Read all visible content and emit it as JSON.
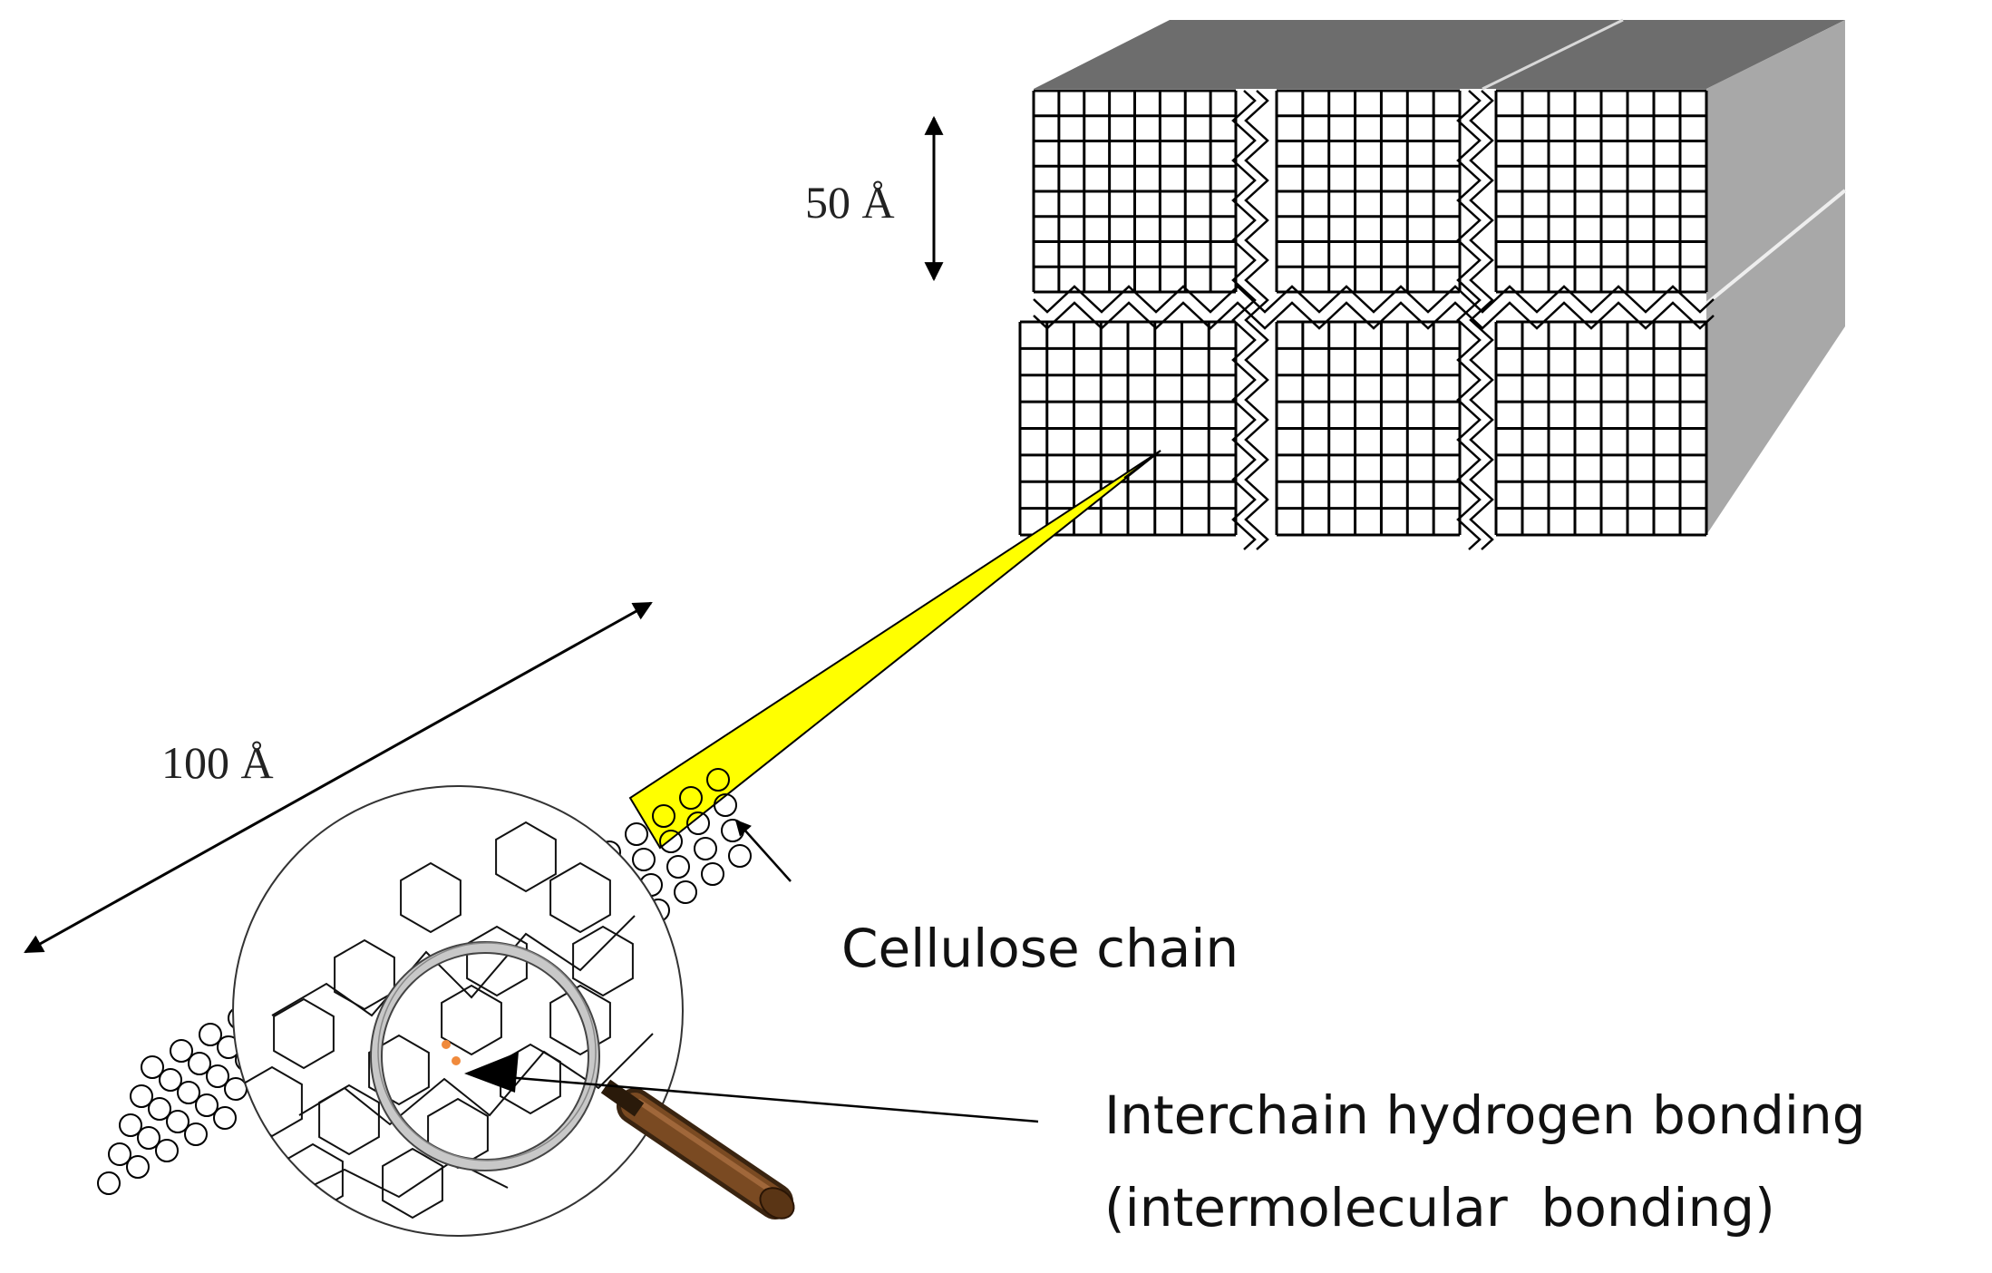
{
  "labels": {
    "dim_vertical": "50 Å",
    "dim_diagonal": "100 Å",
    "cellulose_chain": "Cellulose chain",
    "hydrogen_line1": "Interchain hydrogen bonding",
    "hydrogen_line2": "(intermolecular  bonding)"
  },
  "colors": {
    "block_top": "#6b6b6b",
    "block_side": "#a9a9a9",
    "grid_line": "#000000",
    "beam": "#ffff00",
    "bond_marker": "#f08a3c",
    "handle": "#7a4a22"
  },
  "icons": {
    "magnifier": "magnifying-glass-icon"
  }
}
